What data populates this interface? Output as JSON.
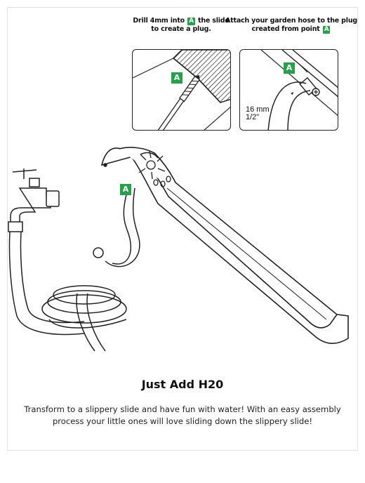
{
  "instructions": {
    "step1": {
      "before": "Drill 4mm into",
      "marker": "A",
      "after": "the slide to create a plug."
    },
    "step2": {
      "before": "Attach your garden hose to the plug created from point",
      "marker": "A"
    }
  },
  "diagram": {
    "marker": "A",
    "measurement_mm": "16 mm",
    "measurement_in": "1/2\"",
    "icons": [
      "drill-icon",
      "hose-plug-icon",
      "garden-tap-icon",
      "hose-coil-icon",
      "slide-icon",
      "water-splash-icon"
    ]
  },
  "content": {
    "title": "Just Add H20",
    "description": "Transform to a slippery slide and have fun with water! With an easy assembly process your little ones will love sliding down the slippery slide!"
  },
  "colors": {
    "accent": "#23a24a",
    "line": "#222222",
    "border": "#e3e3e3"
  }
}
